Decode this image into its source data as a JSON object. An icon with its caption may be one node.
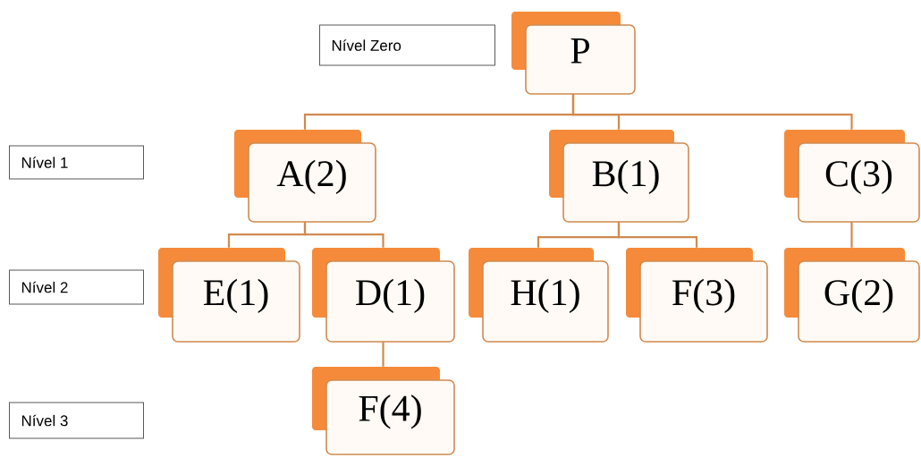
{
  "diagram": {
    "nodes": [
      {
        "text": [
          "Nível Zero"
        ]
      },
      {
        "text": [
          "P"
        ]
      },
      {
        "text": [
          "Nível 1"
        ]
      },
      {
        "text": [
          "A(2)"
        ]
      },
      {
        "text": [
          "B(1)"
        ]
      },
      {
        "text": [
          "C(3)"
        ]
      },
      {
        "text": [
          "Nível 2"
        ]
      },
      {
        "text": [
          "E(1)"
        ]
      },
      {
        "text": [
          "D(1)"
        ]
      },
      {
        "text": [
          "H(1)"
        ]
      },
      {
        "text": [
          "F(3)"
        ]
      },
      {
        "text": [
          "G(2)"
        ]
      },
      {
        "text": [
          "Nível 3"
        ]
      },
      {
        "text": [
          "F(4)"
        ]
      }
    ],
    "edges": [
      {
        "from": 1,
        "to": 3,
        "arrow": "none"
      },
      {
        "from": 1,
        "to": 4,
        "arrow": "none"
      },
      {
        "from": 1,
        "to": 5,
        "arrow": "none"
      },
      {
        "from": 3,
        "to": 7,
        "arrow": "none"
      },
      {
        "from": 3,
        "to": 8,
        "arrow": "none"
      },
      {
        "from": 4,
        "to": 9,
        "arrow": "none"
      },
      {
        "from": 4,
        "to": 10,
        "arrow": "none"
      },
      {
        "from": 5,
        "to": 11,
        "arrow": "none"
      },
      {
        "from": 8,
        "to": 13,
        "arrow": "none"
      }
    ]
  }
}
